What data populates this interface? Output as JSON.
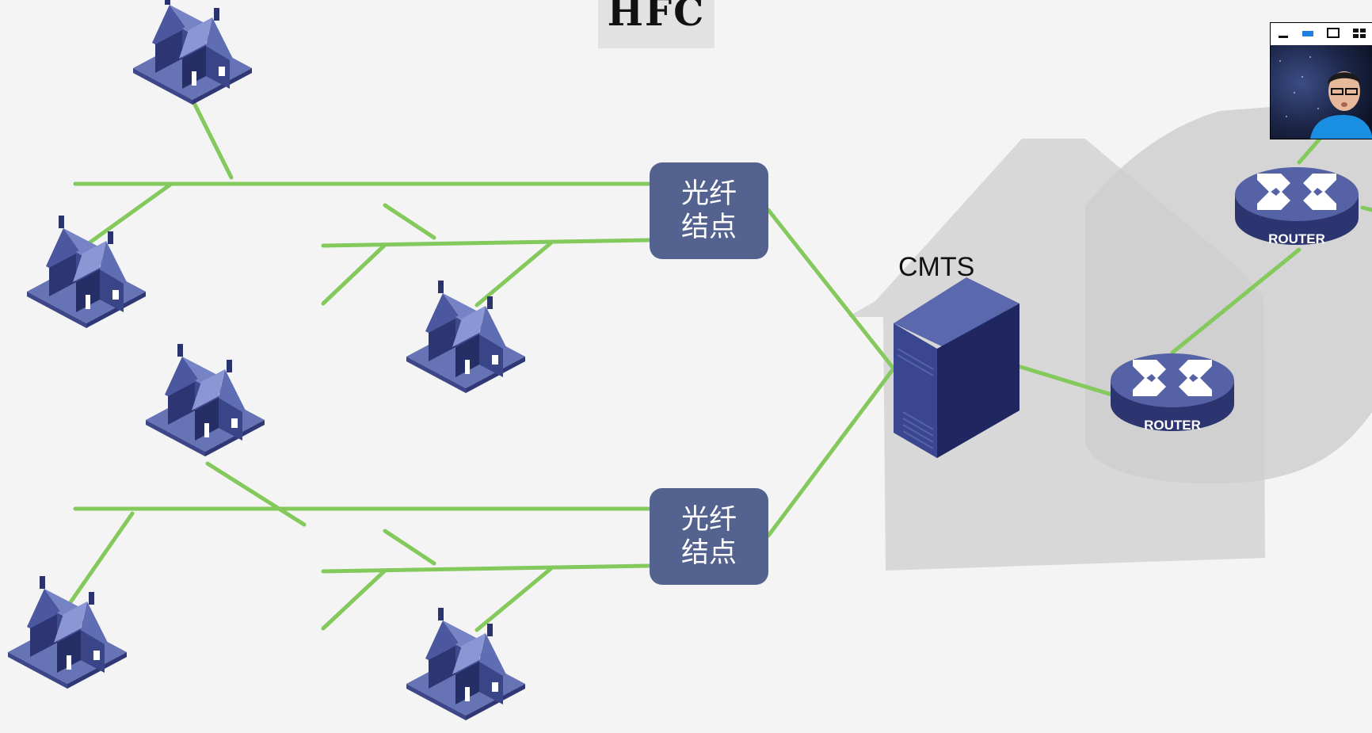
{
  "title": "HFC",
  "fiber_nodes": [
    {
      "line1": "光纤",
      "line2": "结点"
    },
    {
      "line1": "光纤",
      "line2": "结点"
    }
  ],
  "cmts": {
    "label": "CMTS"
  },
  "routers": [
    {
      "label": "ROUTER"
    },
    {
      "label": "ROUTER"
    }
  ],
  "colors": {
    "link": "#84c95c",
    "node": "#53628f",
    "house_top": "#6a78b8",
    "house_dark": "#303a78",
    "server_front": "#252d66",
    "background_shape": "#d6d6d6"
  },
  "icons": [
    "house-icon",
    "server-icon",
    "router-icon",
    "minimize-icon",
    "speaker-view-icon",
    "fullscreen-icon",
    "gallery-view-icon"
  ]
}
